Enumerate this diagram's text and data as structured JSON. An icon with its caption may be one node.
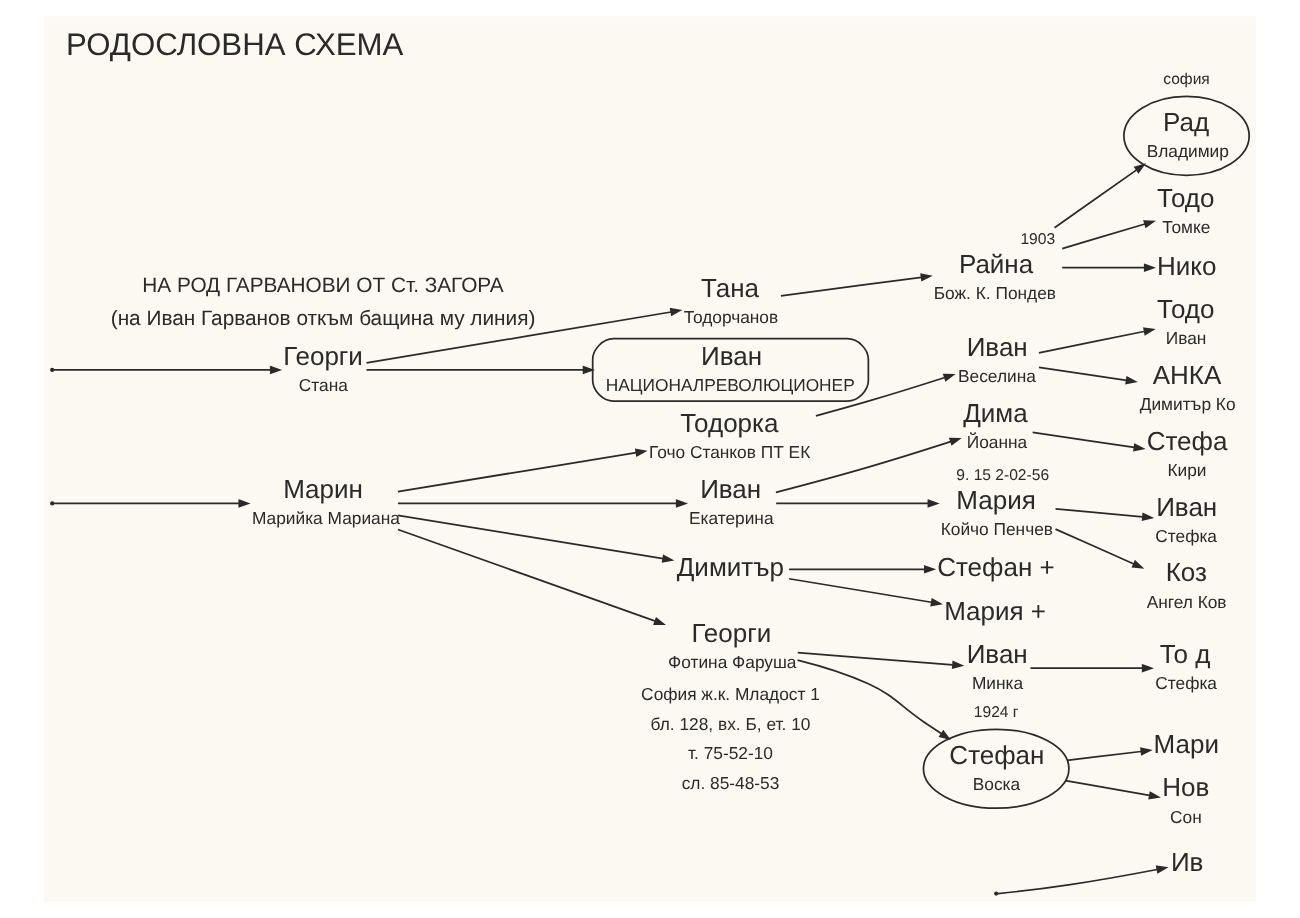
{
  "diagram": {
    "title": "РОДОСЛОВНА СХЕМА",
    "nodes": [
      {
        "text": [
          "Георги",
          "Стана"
        ]
      },
      {
        "text": [
          "Тана",
          "Тодорчанов"
        ]
      },
      {
        "text": [
          "Иван",
          "НАЦИОНАЛРЕВОЛЮЦИОНЕР"
        ]
      },
      {
        "text": [
          "Райна",
          "Бож. К. Пондев"
        ],
        "beside": [
          "1903"
        ]
      },
      {
        "text": [
          "Рад",
          "Владимир"
        ],
        "beside": [
          "софия"
        ]
      },
      {
        "text": [
          "Тодо",
          "Томке"
        ]
      },
      {
        "text": [
          "Нико"
        ]
      },
      {
        "text": [
          "Марин",
          "Марийка Мариана"
        ]
      },
      {
        "text": [
          "Тодорка",
          "Гочо Станков ПТ ЕК"
        ]
      },
      {
        "text": [
          "Иван",
          "Веселина"
        ]
      },
      {
        "text": [
          "Тодо",
          "Иван"
        ]
      },
      {
        "text": [
          "АНКА",
          "Димитър Ко"
        ]
      },
      {
        "text": [
          "Иван",
          "Екатерина"
        ]
      },
      {
        "text": [
          "Дима",
          "Йоанна"
        ]
      },
      {
        "text": [
          "Стефа",
          "Кири"
        ]
      },
      {
        "text": [
          "Мария",
          "Койчо Пенчев"
        ],
        "beside": [
          "9. 15 2-02-56"
        ]
      },
      {
        "text": [
          "Иван",
          "Стефка"
        ]
      },
      {
        "text": [
          "Коз",
          "Ангел Ков"
        ]
      },
      {
        "text": [
          "Димитър"
        ]
      },
      {
        "text": [
          "Стефан +"
        ]
      },
      {
        "text": [
          "Мария +"
        ]
      },
      {
        "text": [
          "Георги",
          "Фотина Фаруша"
        ]
      },
      {
        "text": [
          "Иван",
          "Минка"
        ]
      },
      {
        "text": [
          "Стефан",
          "Воска"
        ],
        "beside": [
          "1924 г"
        ]
      },
      {
        "text": [
          "То д",
          "Стефка"
        ]
      },
      {
        "text": [
          "Мари"
        ]
      },
      {
        "text": [
          "Нов",
          "Сон"
        ]
      },
      {
        "text": [
          "Ив"
        ]
      }
    ],
    "edges": [
      {
        "from": null,
        "to": 0,
        "arrow": "to"
      },
      {
        "from": null,
        "to": 7,
        "arrow": "to"
      },
      {
        "from": 0,
        "to": 1,
        "arrow": "to"
      },
      {
        "from": 0,
        "to": 2,
        "arrow": "to"
      },
      {
        "from": 1,
        "to": 3,
        "arrow": "to"
      },
      {
        "from": 3,
        "to": 4,
        "arrow": "to"
      },
      {
        "from": 3,
        "to": 5,
        "arrow": "to"
      },
      {
        "from": 3,
        "to": 6,
        "arrow": "to"
      },
      {
        "from": 7,
        "to": 8,
        "arrow": "to"
      },
      {
        "from": 7,
        "to": 12,
        "arrow": "to"
      },
      {
        "from": 7,
        "to": 18,
        "arrow": "to"
      },
      {
        "from": 7,
        "to": 21,
        "arrow": "to"
      },
      {
        "from": 8,
        "to": 9,
        "arrow": "to"
      },
      {
        "from": 9,
        "to": 10,
        "arrow": "to"
      },
      {
        "from": 9,
        "to": 11,
        "arrow": "to"
      },
      {
        "from": 12,
        "to": 13,
        "arrow": "to"
      },
      {
        "from": 12,
        "to": 15,
        "arrow": "to"
      },
      {
        "from": 13,
        "to": 14,
        "arrow": "to"
      },
      {
        "from": 15,
        "to": 16,
        "arrow": "to"
      },
      {
        "from": 15,
        "to": 17,
        "arrow": "to"
      },
      {
        "from": 18,
        "to": 19,
        "arrow": "to"
      },
      {
        "from": 18,
        "to": 20,
        "arrow": "to"
      },
      {
        "from": 21,
        "to": 22,
        "arrow": "to"
      },
      {
        "from": 21,
        "to": 23,
        "arrow": "to"
      },
      {
        "from": 22,
        "to": 24,
        "arrow": "to"
      },
      {
        "from": 23,
        "to": 25,
        "arrow": "to"
      },
      {
        "from": 23,
        "to": 26,
        "arrow": "to"
      },
      {
        "from": null,
        "to": 27,
        "arrow": "to"
      }
    ],
    "labels": [
      "НА РОД ГАРВАНОВИ ОТ Ст. ЗАГОРА",
      "(на Иван Гарванов откъм бащина му линия)",
      "София ж.к. Младост 1",
      "бл. 128, вх. Б, ет. 10",
      "т. 75-52-10",
      "сл. 85-48-53"
    ]
  }
}
